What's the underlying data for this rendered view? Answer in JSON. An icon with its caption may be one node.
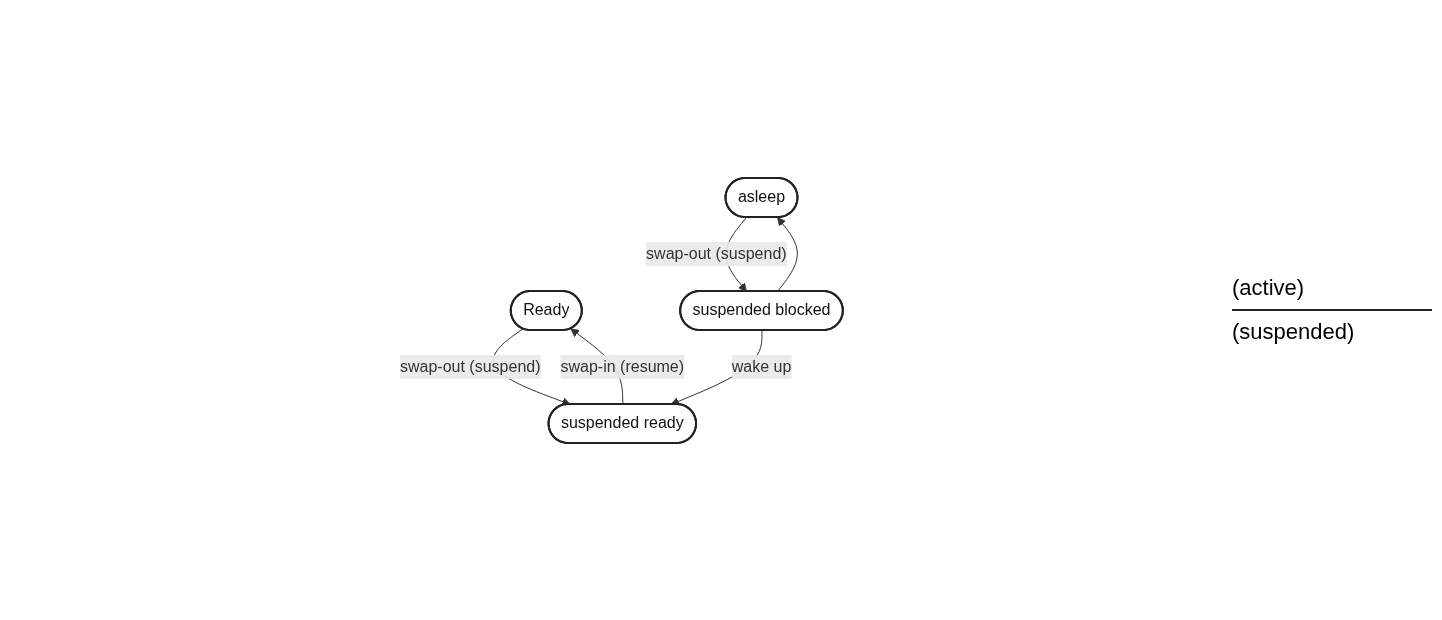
{
  "diagram": {
    "nodes": [
      {
        "text": [
          "Ready"
        ]
      },
      {
        "text": [
          "asleep"
        ]
      },
      {
        "text": [
          "suspended ready"
        ]
      },
      {
        "text": [
          "suspended blocked"
        ]
      }
    ],
    "edges": [
      {
        "from": 0,
        "to": 2,
        "arrow": "to",
        "label": "swap-out (suspend)"
      },
      {
        "from": 2,
        "to": 0,
        "arrow": "to",
        "label": "swap-in (resume)"
      },
      {
        "from": 1,
        "to": 3,
        "arrow": "to",
        "label": "swap-out (suspend)"
      },
      {
        "from": 3,
        "to": 1,
        "arrow": "to"
      },
      {
        "from": 3,
        "to": 2,
        "arrow": "to",
        "label": "wake up"
      }
    ],
    "labels": [
      "(active)",
      "(suspended)"
    ]
  }
}
